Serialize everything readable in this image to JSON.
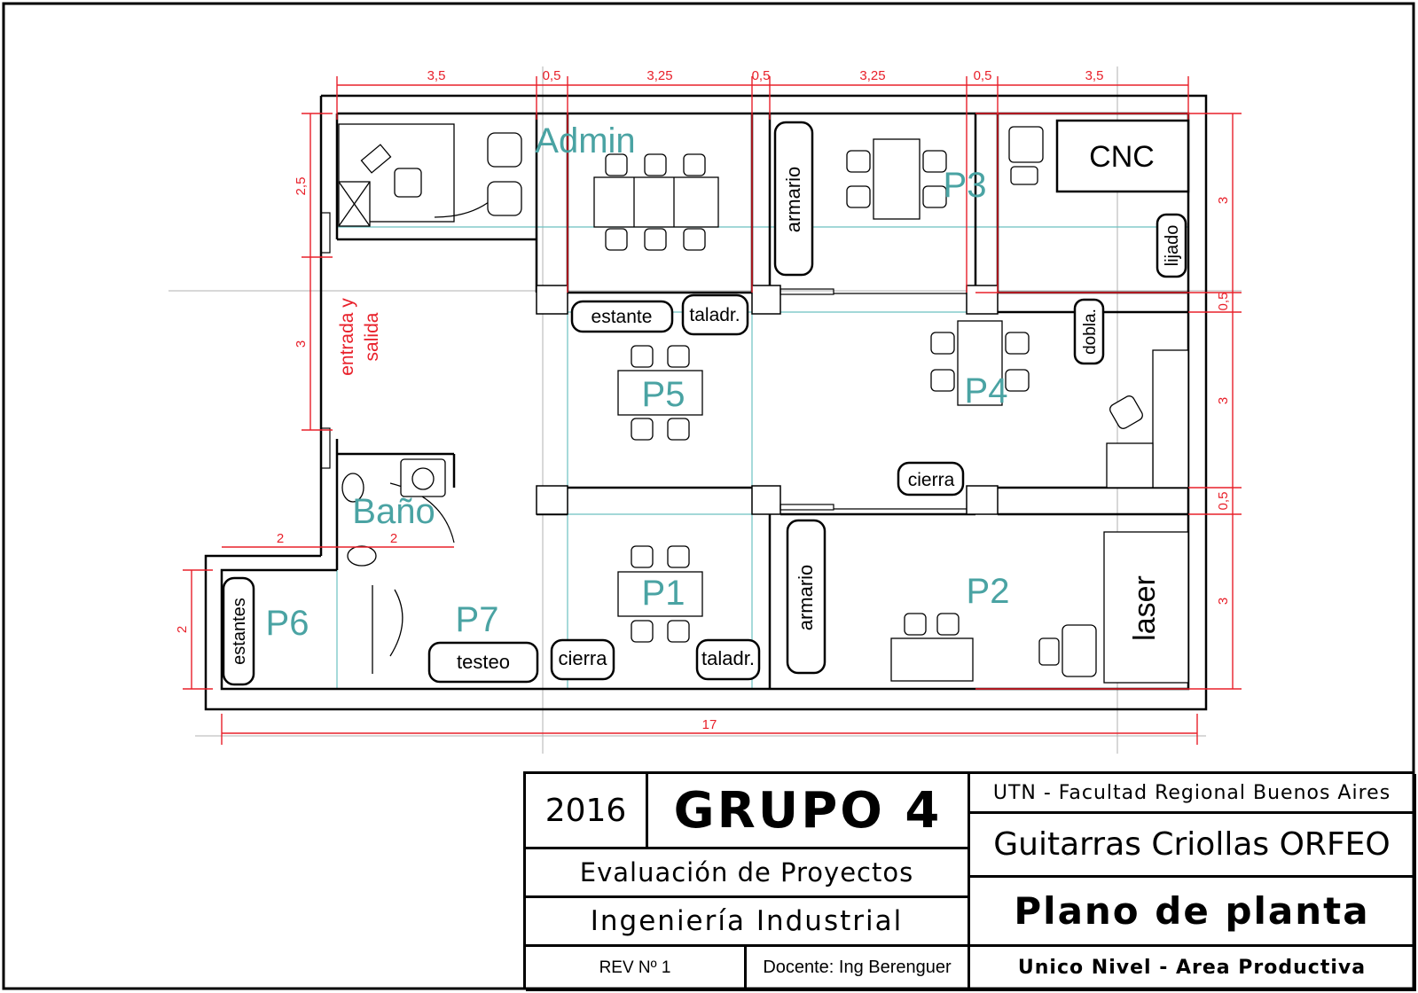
{
  "dimensions": {
    "top": [
      "3,5",
      "0,5",
      "3,25",
      "0,5",
      "3,25",
      "0,5",
      "3,5"
    ],
    "bottom_total": "17",
    "left_admin": "2,5",
    "left_entry": "3",
    "left_p6": "2",
    "bano_width_1": "2",
    "bano_width_2": "2",
    "right_p3": "3",
    "right_gap1": "0,5",
    "right_p4": "3",
    "right_gap2": "0,5",
    "right_p2": "3"
  },
  "rooms": {
    "admin": "Admin",
    "p1": "P1",
    "p2": "P2",
    "p3": "P3",
    "p4": "P4",
    "p5": "P5",
    "p6": "P6",
    "p7": "P7",
    "bano": "Baño"
  },
  "entry_label": [
    "entrada y",
    "salida"
  ],
  "equipment": {
    "cnc": "CNC",
    "laser": "laser",
    "armario_top": "armario",
    "armario_bottom": "armario",
    "lijado": "lijado",
    "estante": "estante",
    "taladr_top": "taladr.",
    "taladr_bottom": "taladr.",
    "dobla": "dobla.",
    "cierra_mid": "cierra",
    "cierra_bottom": "cierra",
    "testeo": "testeo",
    "estantes": "estantes"
  },
  "title_block": {
    "year": "2016",
    "group": "GRUPO 4",
    "course": "Evaluación de Proyectos",
    "career": "Ingeniería Industrial",
    "revision": "REV Nº 1",
    "teacher": "Docente: Ing Berenguer",
    "institution": "UTN - Facultad Regional Buenos Aires",
    "company": "Guitarras Criollas ORFEO",
    "drawing": "Plano de planta",
    "level": "Unico Nivel - Area Productiva"
  },
  "colors": {
    "wall": "#000000",
    "dimension": "#e8202a",
    "room_label": "#4aa3a3",
    "grid": "#b0b0b0",
    "zone": "#6cc0c0"
  }
}
